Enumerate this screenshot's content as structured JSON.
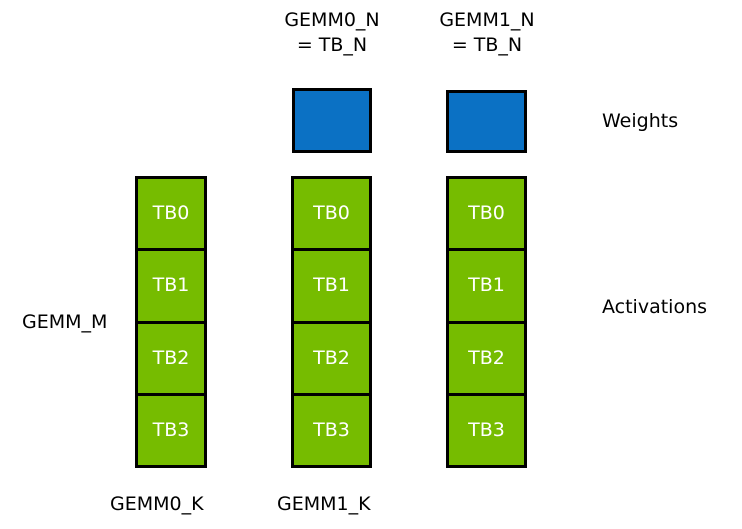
{
  "diagram": {
    "title_top_labels": [
      {
        "id": "gemm0-n",
        "line1": "GEMM0_N",
        "line2": "= TB_N"
      },
      {
        "id": "gemm1-n",
        "line1": "GEMM1_N",
        "line2": "= TB_N"
      }
    ],
    "side_labels": {
      "weights": "Weights",
      "activations": "Activations",
      "gemm_m": "GEMM_M"
    },
    "bottom_labels": {
      "gemm0_k": "GEMM0_K",
      "gemm1_k": "GEMM1_K"
    },
    "weight_blocks": [
      {
        "id": "weight-0",
        "fill": "#0B71C4",
        "label": ""
      },
      {
        "id": "weight-1",
        "fill": "#0B71C4",
        "label": ""
      }
    ],
    "activation_columns": [
      {
        "id": "column-0",
        "fill": "#76BC00",
        "cells": [
          "TB0",
          "TB1",
          "TB2",
          "TB3"
        ]
      },
      {
        "id": "column-1",
        "fill": "#76BC00",
        "cells": [
          "TB0",
          "TB1",
          "TB2",
          "TB3"
        ]
      },
      {
        "id": "column-2",
        "fill": "#76BC00",
        "cells": [
          "TB0",
          "TB1",
          "TB2",
          "TB3"
        ]
      }
    ],
    "colors": {
      "weights_blue": "#0B71C4",
      "activations_green": "#76BC00",
      "border_black": "#000000",
      "text_black": "#000000",
      "cell_text_white": "#FFFFFF",
      "background_white": "#FFFFFF"
    }
  }
}
